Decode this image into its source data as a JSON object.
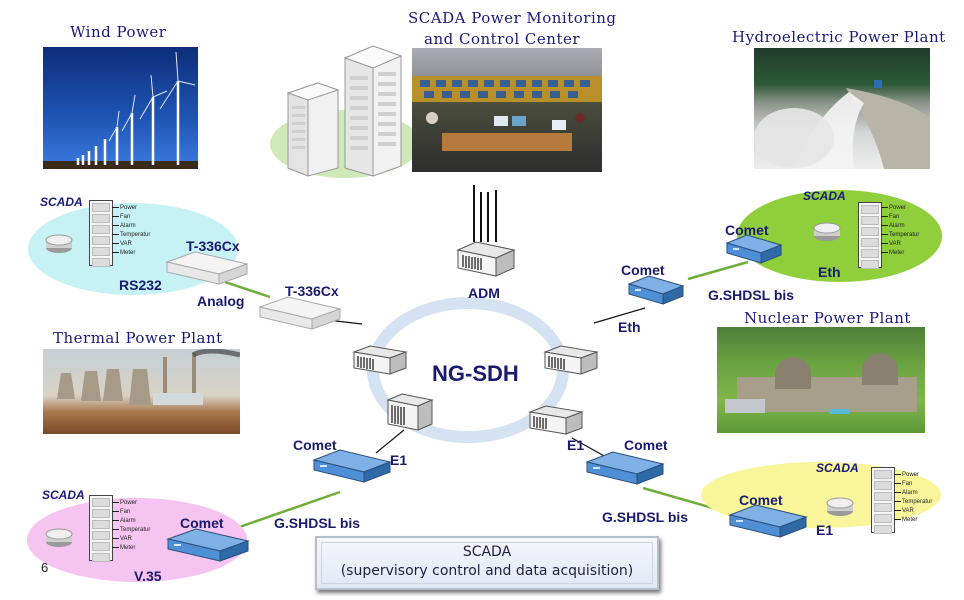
{
  "titles": {
    "wind": "Wind Power",
    "control_center_line1": "SCADA Power Monitoring",
    "control_center_line2": "and Control Center",
    "hydro": "Hydroelectric Power Plant",
    "thermal": "Thermal Power Plant",
    "nuclear": "Nuclear Power Plant"
  },
  "core": {
    "ring_label": "NG-SDH",
    "adm_label": "ADM"
  },
  "sites": {
    "wind_site": {
      "scada_tag": "SCADA",
      "interface": "RS232",
      "device_local": "T-336Cx",
      "link": "Analog",
      "device_remote": "T-336Cx"
    },
    "hydro_site": {
      "scada_tag": "SCADA",
      "device_local": "Comet",
      "interface": "Eth",
      "link": "G.SHDSL bis",
      "device_remote": "Comet",
      "uplink": "Eth"
    },
    "thermal_site": {
      "scada_tag": "SCADA",
      "device_local": "Comet",
      "interface": "V.35",
      "link": "G.SHDSL bis",
      "device_remote": "Comet",
      "uplink": "E1"
    },
    "nuclear_site": {
      "scada_tag": "SCADA",
      "device_local": "Comet",
      "interface": "E1",
      "link": "G.SHDSL bis",
      "device_remote": "Comet",
      "uplink": "E1"
    }
  },
  "rack_signals": [
    "Power",
    "Fan",
    "Alarm",
    "Temperatur",
    "VAR",
    "Meter"
  ],
  "legend": {
    "line1": "SCADA",
    "line2": "(supervisory control and data acquisition)"
  },
  "page_number": "6",
  "colors": {
    "title_text": "#1a1a7a",
    "label_text": "#1a1a6e",
    "wind_blob": "#c6f2f6",
    "hydro_blob": "#8fcf3c",
    "thermal_blob": "#f6c4f0",
    "nuclear_blob": "#f8f59a",
    "link_green": "#6fae3a",
    "ring": "#d4e2f2",
    "comet_blue": "#4f8fd6"
  }
}
